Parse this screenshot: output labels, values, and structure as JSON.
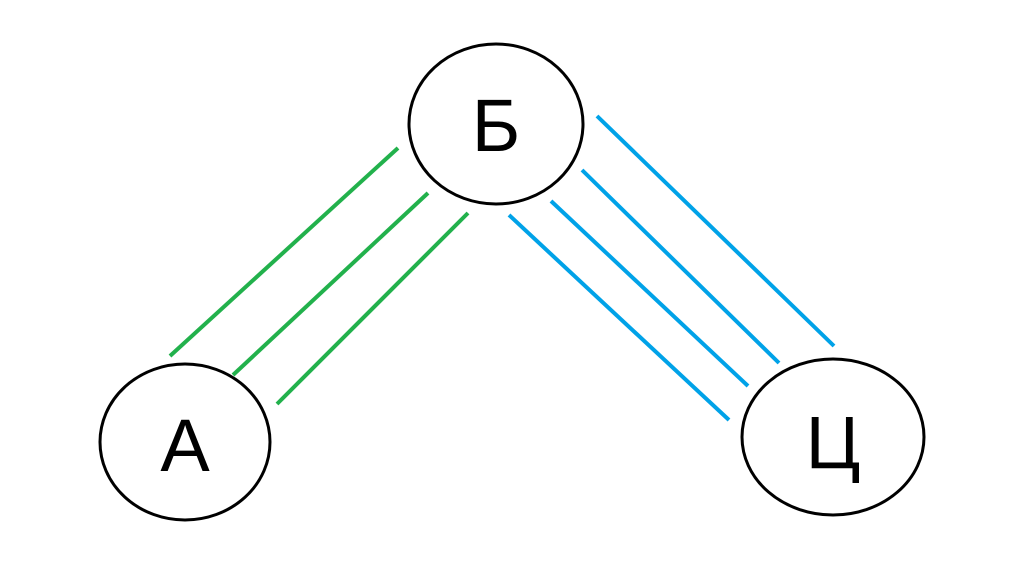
{
  "colors": {
    "background": "#ffffff",
    "node_stroke": "#000000",
    "link_a_b": "#22b14c",
    "link_b_c": "#00a2e8"
  },
  "nodes": {
    "a": {
      "label": "А"
    },
    "b": {
      "label": "Б"
    },
    "c": {
      "label": "Ц"
    }
  },
  "links": [
    {
      "from": "А",
      "to": "Б",
      "line_count": 3,
      "color": "#22b14c"
    },
    {
      "from": "Б",
      "to": "Ц",
      "line_count": 4,
      "color": "#00a2e8"
    }
  ]
}
